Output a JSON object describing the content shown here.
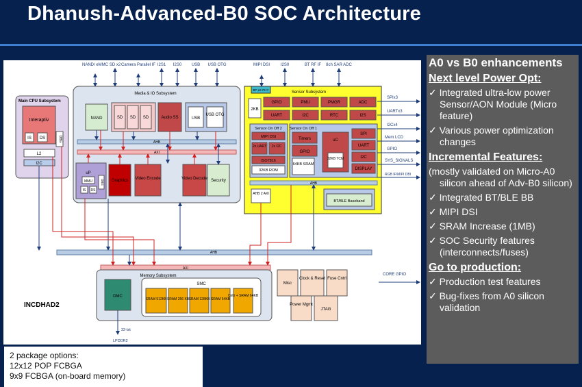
{
  "title": "Dhanush-Advanced-B0 SOC Architecture",
  "notes": [
    "2 package options:",
    "12x12 POP FCBGA",
    "9x9 FCBGA (on-board memory)"
  ],
  "panel": {
    "title": "A0 vs B0 enhancements",
    "sections": [
      {
        "heading": "Next level Power Opt:",
        "items": [
          "Integrated ultra-low power Sensor/AON Module (Micro feature)",
          "Various power optimization changes"
        ]
      },
      {
        "heading": "Incremental Features:",
        "intro": "(mostly validated on Micro-A0 silicon ahead of Adv-B0 silicon)",
        "items": [
          "Integrated BT/BLE BB",
          "MIPI DSI",
          "SRAM Increase (1MB)",
          "SOC Security features (interconnects/fuses)"
        ]
      },
      {
        "heading": "Go to production:",
        "items": [
          "Production test features",
          "Bug-fixes from A0 silicon validation"
        ]
      }
    ]
  },
  "diagram": {
    "chip_name": "INCDHAD2",
    "top_io": [
      "NAND/ eMMC",
      "SD x2",
      "Camera Parallel IF",
      "I2S1",
      "I2S0",
      "USB",
      "USB OTG",
      "MIPI DSI",
      "I2S0",
      "BT RF IF",
      "8ch SAR ADC"
    ],
    "right_io": [
      "SPIx3",
      "UARTx3",
      "I2Cx4",
      "Mem LCD",
      "GPIO",
      "SYS_SIGNALS",
      "RGB IF/MIPI DBI",
      "CORE GPIO"
    ],
    "bottom_io": [
      "32-bit",
      "LPDDR2"
    ],
    "cpu": {
      "label": "Main CPU Subsystem",
      "core": "Interaptiv",
      "is": "IS",
      "ds": "DS",
      "dbg": "DBG",
      "l2": "L2",
      "i2c": "I2C"
    },
    "media": {
      "label": "Media & IO Subsystem",
      "nand": "NAND",
      "sd": [
        "SD",
        "SD",
        "SD"
      ],
      "audio": "Audio SS",
      "usb": "USB",
      "usb_otg": "USB OTG",
      "ahb": "AHB",
      "axi": "AXI",
      "up": "uP",
      "mmu": "MMU",
      "is": "IS",
      "ds": "DS",
      "dbg": "DBG",
      "graphics": "Graphics",
      "video_encode": "Video Encode",
      "video_decode": "Video Decode",
      "security": "Security"
    },
    "sensor": {
      "label": "Sensor Subsystem",
      "phy": "BT LE PHY",
      "ram2k": "2KB",
      "row1": [
        "GPIO",
        "PMU",
        "PMGR",
        "ADC"
      ],
      "row2": [
        "UART",
        "I2C",
        "RTC",
        "I2S"
      ],
      "off2_label": "Sensor On Off 2",
      "off1_label": "Sensor On Off 1",
      "mipi_dsi": "MIPI DSI",
      "uart2x": "2x UART",
      "i2c2x": "2x I2C",
      "iso": "ISO7816",
      "rom": "32KB ROM",
      "timers": "Timers",
      "gpio": "GPIO",
      "sram64": "64KB SRAM",
      "uc": "uC",
      "tcm": "32KB TCM",
      "right": [
        "SPI",
        "UART",
        "I2C",
        "DISPLAY"
      ],
      "ahb": "AHB",
      "ahb2axi": "AHB 2 AXI",
      "bt": "BT/BLE Baseband"
    },
    "bus": {
      "ahb": "AHB",
      "axi": "AXI"
    },
    "memory": {
      "label": "Memory Subsystem",
      "dmc": "DMC",
      "smc": "SMC",
      "srams": [
        "SRAM 512KB",
        "SRAM 256 KB",
        "SRAM 128KB",
        "SRAM 64KB",
        "Cntlr + SRAM 64KB"
      ]
    },
    "misc": [
      "Misc",
      "Clock & Reset",
      "Fuse Cntrl",
      "Power Mgmt",
      "JTAG"
    ]
  }
}
